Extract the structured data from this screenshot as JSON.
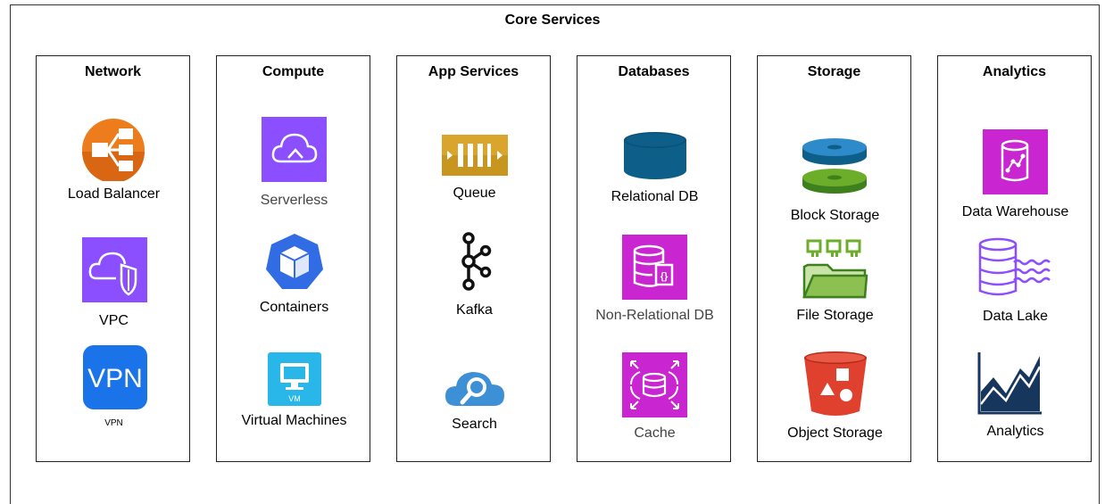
{
  "diagram": {
    "title": "Core Services",
    "columns": [
      {
        "title": "Network",
        "services": [
          {
            "label": "Load Balancer",
            "icon": "load-balancer-icon"
          },
          {
            "label": "VPC",
            "icon": "vpc-icon"
          },
          {
            "label": "VPN",
            "icon": "vpn-icon",
            "icon_text": "VPN"
          }
        ]
      },
      {
        "title": "Compute",
        "services": [
          {
            "label": "Serverless",
            "icon": "serverless-icon"
          },
          {
            "label": "Containers",
            "icon": "containers-icon"
          },
          {
            "label": "Virtual Machines",
            "icon": "virtual-machine-icon",
            "icon_text": "VM"
          }
        ]
      },
      {
        "title": "App Services",
        "services": [
          {
            "label": "Queue",
            "icon": "queue-icon"
          },
          {
            "label": "Kafka",
            "icon": "kafka-icon"
          },
          {
            "label": "Search",
            "icon": "search-icon"
          }
        ]
      },
      {
        "title": "Databases",
        "services": [
          {
            "label": "Relational DB",
            "icon": "relational-db-icon"
          },
          {
            "label": "Non-Relational DB",
            "icon": "non-relational-db-icon"
          },
          {
            "label": "Cache",
            "icon": "cache-icon"
          }
        ]
      },
      {
        "title": "Storage",
        "services": [
          {
            "label": "Block Storage",
            "icon": "block-storage-icon"
          },
          {
            "label": "File Storage",
            "icon": "file-storage-icon"
          },
          {
            "label": "Object Storage",
            "icon": "object-storage-icon"
          }
        ]
      },
      {
        "title": "Analytics",
        "services": [
          {
            "label": "Data Warehouse",
            "icon": "data-warehouse-icon"
          },
          {
            "label": "Data Lake",
            "icon": "data-lake-icon"
          },
          {
            "label": "Analytics",
            "icon": "analytics-icon"
          }
        ]
      }
    ]
  },
  "colors": {
    "orange": "#ED7D1C",
    "purple": "#8C4FFF",
    "magenta": "#C925D1",
    "blue_vpn": "#1A73E8",
    "teal_db": "#0E5E8A",
    "green_storage": "#6CAE2A",
    "red_storage": "#E0412F",
    "navy_analytics": "#17365D",
    "cyan_vm": "#29B6E8",
    "kube_blue": "#326CE5",
    "queue_gold": "#C8961E"
  }
}
